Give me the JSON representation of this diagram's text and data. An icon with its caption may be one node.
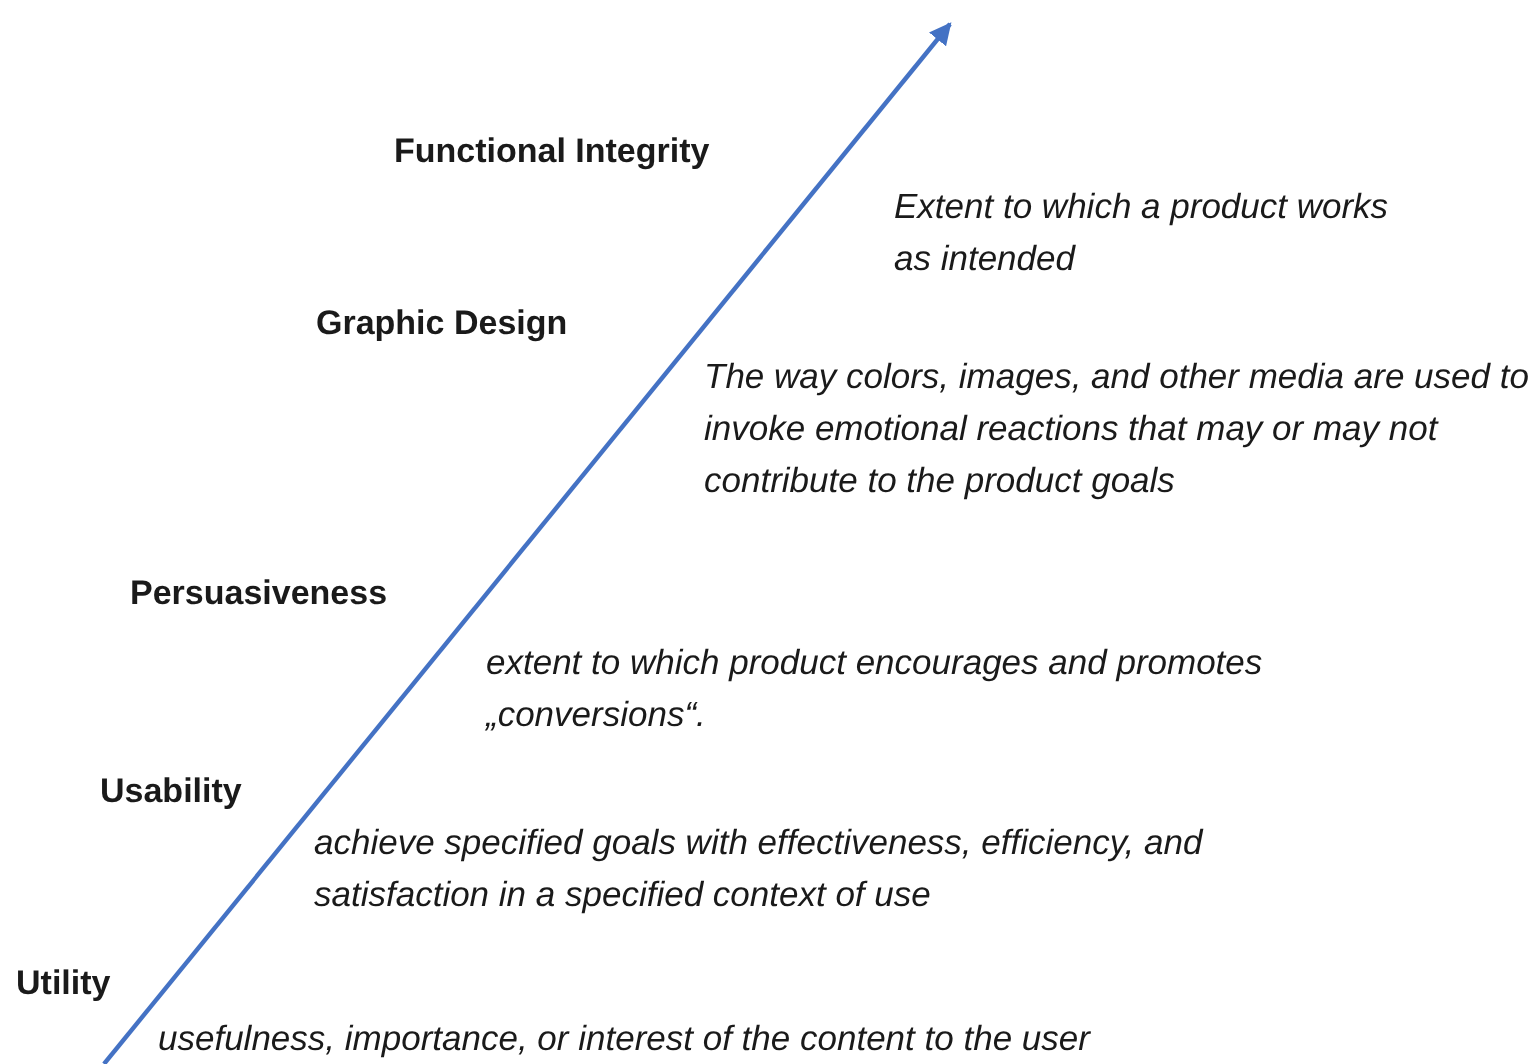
{
  "diagram": {
    "labels": [
      "Functional Integrity",
      "Extent to which a product works as intended",
      "Graphic Design",
      "The way colors, images, and other media are used to invoke emotional reactions that may or may not contribute to the product goals",
      "Persuasiveness",
      "extent to which product encourages and promotes „conversions“.",
      "Usability",
      "achieve specified goals with effectiveness, efficiency, and satisfaction in a specified context of use",
      "Utility",
      "usefulness, importance, or interest of the content to the user"
    ]
  }
}
